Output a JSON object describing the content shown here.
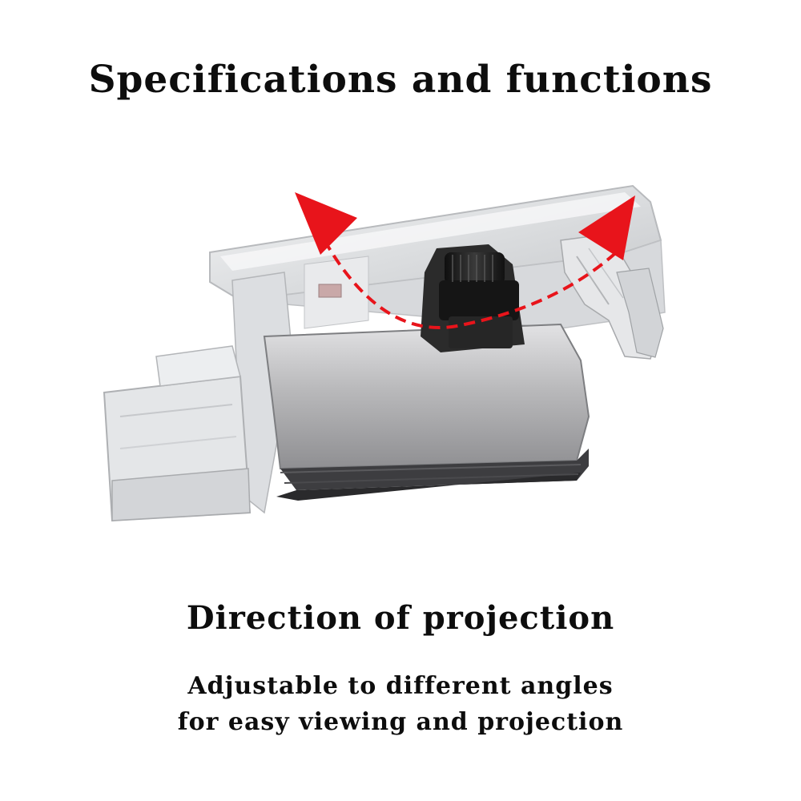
{
  "title": "Specifications and functions",
  "subtitle": "Direction of projection",
  "description": {
    "line1": "Adjustable to different angles",
    "line2": "for easy viewing and projection"
  },
  "colors": {
    "background": "#ffffff",
    "text": "#0d0d0d",
    "arrow": "#e8141b",
    "housing_body": "#a9a9ab",
    "lens": "#1b1b1b"
  },
  "icons": [
    "adjust-arrow-left-icon",
    "adjust-arrow-right-icon"
  ]
}
